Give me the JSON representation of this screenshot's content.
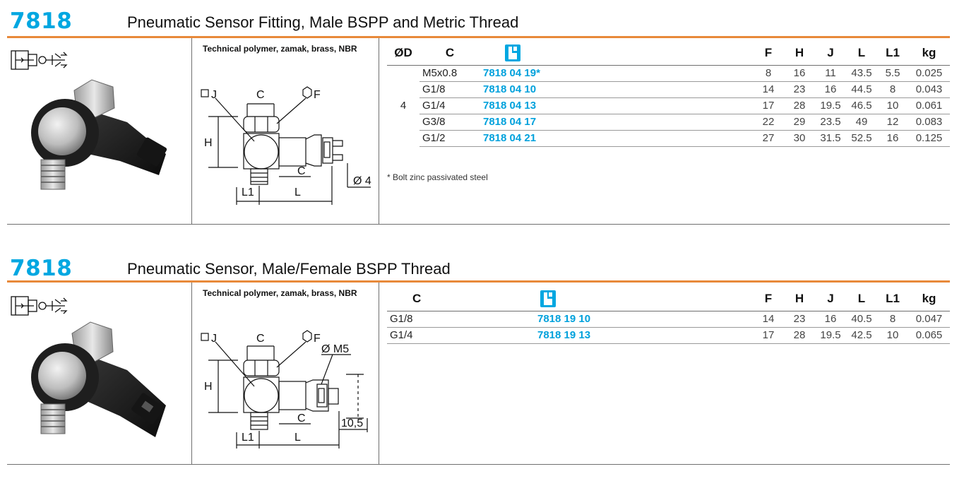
{
  "sections": [
    {
      "code": "7818",
      "title": "Pneumatic Sensor Fitting, Male BSPP and Metric Thread",
      "material": "Technical polymer, zamak, brass, NBR",
      "columns": [
        "ØD",
        "C",
        "",
        "F",
        "H",
        "J",
        "L",
        "L1",
        "kg"
      ],
      "od_value": "4",
      "rows": [
        {
          "c": "M5x0.8",
          "part": "7818 04 19*",
          "f": "8",
          "h": "16",
          "j": "11",
          "l": "43.5",
          "l1": "5.5",
          "kg": "0.025"
        },
        {
          "c": "G1/8",
          "part": "7818 04 10",
          "f": "14",
          "h": "23",
          "j": "16",
          "l": "44.5",
          "l1": "8",
          "kg": "0.043"
        },
        {
          "c": "G1/4",
          "part": "7818 04 13",
          "f": "17",
          "h": "28",
          "j": "19.5",
          "l": "46.5",
          "l1": "10",
          "kg": "0.061"
        },
        {
          "c": "G3/8",
          "part": "7818 04 17",
          "f": "22",
          "h": "29",
          "j": "23.5",
          "l": "49",
          "l1": "12",
          "kg": "0.083"
        },
        {
          "c": "G1/2",
          "part": "7818 04 21",
          "f": "27",
          "h": "30",
          "j": "31.5",
          "l": "52.5",
          "l1": "16",
          "kg": "0.125"
        }
      ],
      "note": "* Bolt zinc  passivated steel",
      "drawing_labels": {
        "j": "J",
        "c": "C",
        "f": "F",
        "h": "H",
        "c2": "C",
        "l1": "L1",
        "l": "L",
        "tube": "Ø 4"
      }
    },
    {
      "code": "7818",
      "title": "Pneumatic Sensor, Male/Female BSPP Thread",
      "material": "Technical polymer, zamak, brass, NBR",
      "columns": [
        "C",
        "",
        "F",
        "H",
        "J",
        "L",
        "L1",
        "kg"
      ],
      "rows": [
        {
          "c": "G1/8",
          "part": "7818 19 10",
          "f": "14",
          "h": "23",
          "j": "16",
          "l": "40.5",
          "l1": "8",
          "kg": "0.047"
        },
        {
          "c": "G1/4",
          "part": "7818 19 13",
          "f": "17",
          "h": "28",
          "j": "19.5",
          "l": "42.5",
          "l1": "10",
          "kg": "0.065"
        }
      ],
      "drawing_labels": {
        "j": "J",
        "c": "C",
        "f": "F",
        "h": "H",
        "port": "Ø M5",
        "c2": "C",
        "l1": "L1",
        "l": "L",
        "dim": "10,5"
      }
    }
  ],
  "colors": {
    "accent": "#00a7e1",
    "rule": "#e8893a"
  },
  "icons": [
    "pneumatic-symbol-icon",
    "brand-logo-icon"
  ]
}
